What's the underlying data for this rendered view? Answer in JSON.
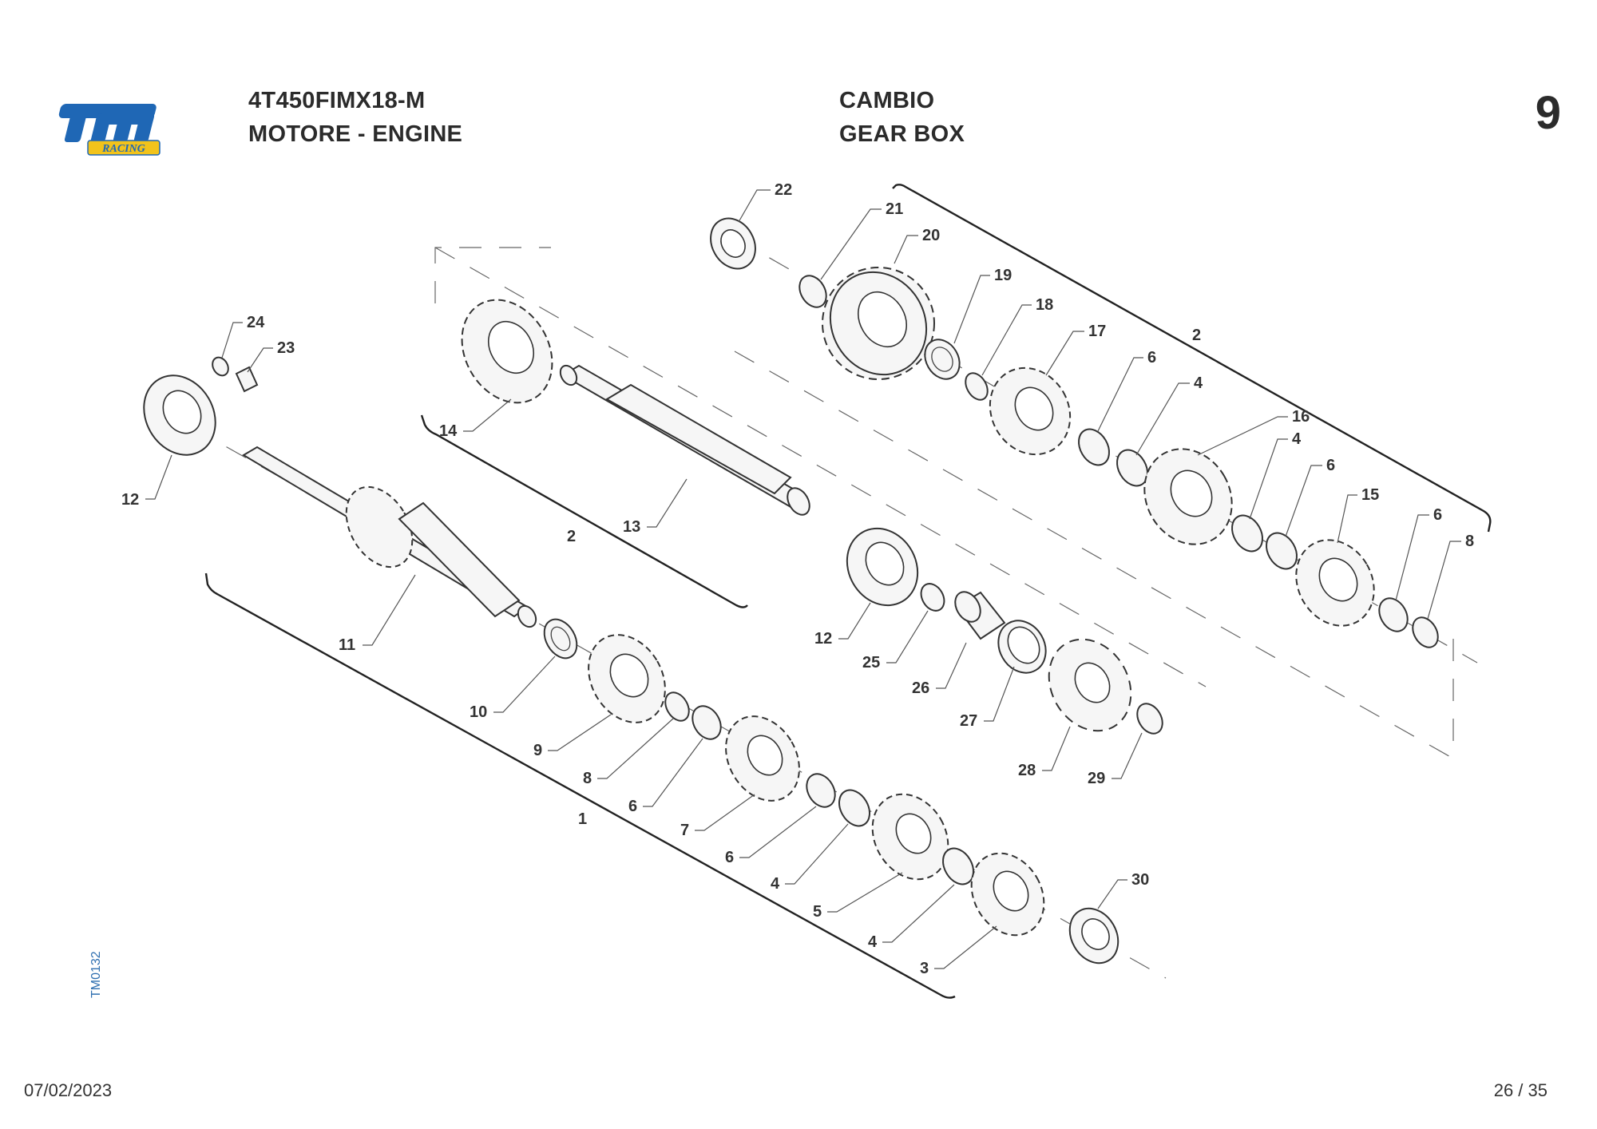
{
  "brand": {
    "logo_text": "tm",
    "logo_subtext": "RACING",
    "colors": {
      "logo_blue": "#1f67b5",
      "logo_yellow": "#f2c31b"
    }
  },
  "header": {
    "model": "4T450FIMX18-M",
    "section_it_en": "MOTORE - ENGINE",
    "group_it": "CAMBIO",
    "group_en": "GEAR BOX",
    "page_number": "9"
  },
  "drawing_code": "TM0132",
  "footer": {
    "date": "07/02/2023",
    "page_of": "26 / 35"
  },
  "callouts": {
    "c22": "22",
    "c21": "21",
    "c20": "20",
    "c19": "19",
    "c18": "18",
    "c17": "17",
    "c2_top": "2",
    "c6_a": "6",
    "c4_a": "4",
    "c16": "16",
    "c4_b": "4",
    "c6_b": "6",
    "c15": "15",
    "c6_c": "6",
    "c8_a": "8",
    "c24": "24",
    "c23": "23",
    "c12_a": "12",
    "c14": "14",
    "c13": "13",
    "c2_mid": "2",
    "c11": "11",
    "c12_b": "12",
    "c25": "25",
    "c26": "26",
    "c27": "27",
    "c28": "28",
    "c29": "29",
    "c10": "10",
    "c9": "9",
    "c8_b": "8",
    "c6_d": "6",
    "c7": "7",
    "c6_e": "6",
    "c4_c": "4",
    "c5": "5",
    "c4_d": "4",
    "c3": "3",
    "c30": "30",
    "c1": "1"
  }
}
